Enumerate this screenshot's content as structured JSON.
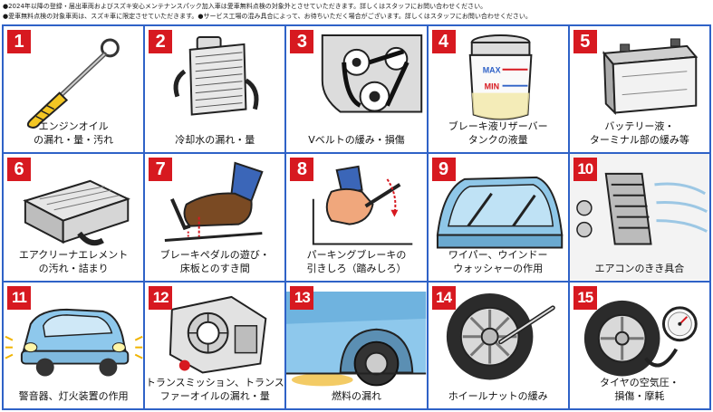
{
  "notes": [
    "●2024年以降の登録・届出車両およびスズキ安心メンテナンスパック加入車は愛車無料点検の対象外とさせていただきます。詳しくはスタッフにお問い合わせください。",
    "●愛車無料点検の対象車両は、スズキ車に限定させていただきます。●サービス工場の混み具合によって、お待ちいただく場合がございます。詳しくはスタッフにお問い合わせください。"
  ],
  "items": [
    {
      "num": "1",
      "lines": [
        "エンジンオイル",
        "の漏れ・量・汚れ"
      ],
      "icon": "oil-dipstick-icon"
    },
    {
      "num": "2",
      "lines": [
        "冷却水の漏れ・量"
      ],
      "icon": "radiator-icon"
    },
    {
      "num": "3",
      "lines": [
        "Vベルトの緩み・損傷"
      ],
      "icon": "v-belt-icon"
    },
    {
      "num": "4",
      "lines": [
        "ブレーキ液リザーバー",
        "タンクの液量"
      ],
      "icon": "brake-reservoir-icon",
      "max": "MAX",
      "min": "MIN"
    },
    {
      "num": "5",
      "lines": [
        "バッテリー液・",
        "ターミナル部の緩み等"
      ],
      "icon": "battery-icon"
    },
    {
      "num": "6",
      "lines": [
        "エアクリーナエレメント",
        "の汚れ・詰まり"
      ],
      "icon": "air-filter-icon"
    },
    {
      "num": "7",
      "lines": [
        "ブレーキペダルの遊び・",
        "床板とのすき間"
      ],
      "icon": "brake-pedal-icon"
    },
    {
      "num": "8",
      "lines": [
        "パーキングブレーキの",
        "引きしろ（踏みしろ）"
      ],
      "icon": "parking-brake-icon"
    },
    {
      "num": "9",
      "lines": [
        "ワイパー、ウインドー",
        "ウォッシャーの作用"
      ],
      "icon": "wiper-icon"
    },
    {
      "num": "10",
      "lines": [
        "エアコンのきき具合"
      ],
      "icon": "air-conditioner-icon"
    },
    {
      "num": "11",
      "lines": [
        "警音器、灯火装置の作用"
      ],
      "icon": "car-lights-icon"
    },
    {
      "num": "12",
      "lines": [
        "トランスミッション、トランス",
        "ファーオイルの漏れ・量"
      ],
      "icon": "transmission-icon"
    },
    {
      "num": "13",
      "lines": [
        "燃料の漏れ"
      ],
      "icon": "fuel-leak-icon"
    },
    {
      "num": "14",
      "lines": [
        "ホイールナットの緩み"
      ],
      "icon": "wheel-nut-icon"
    },
    {
      "num": "15",
      "lines": [
        "タイヤの空気圧・",
        "損傷・摩耗"
      ],
      "icon": "tire-pressure-icon"
    }
  ]
}
